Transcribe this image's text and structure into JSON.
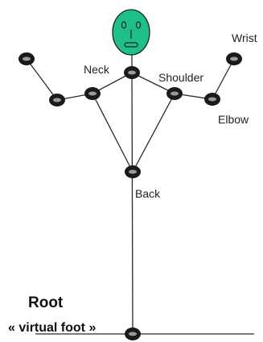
{
  "labels": {
    "neck": "Neck",
    "shoulder": "Shoulder",
    "wrist": "Wrist",
    "elbow": "Elbow",
    "back": "Back",
    "root": "Root",
    "virtual_foot": "« virtual foot »"
  },
  "colors": {
    "head_fill": "#1fbf8a",
    "joint": "#1a1a1a",
    "joint_center": "#9a9a9a",
    "line": "#2a2a2a"
  }
}
